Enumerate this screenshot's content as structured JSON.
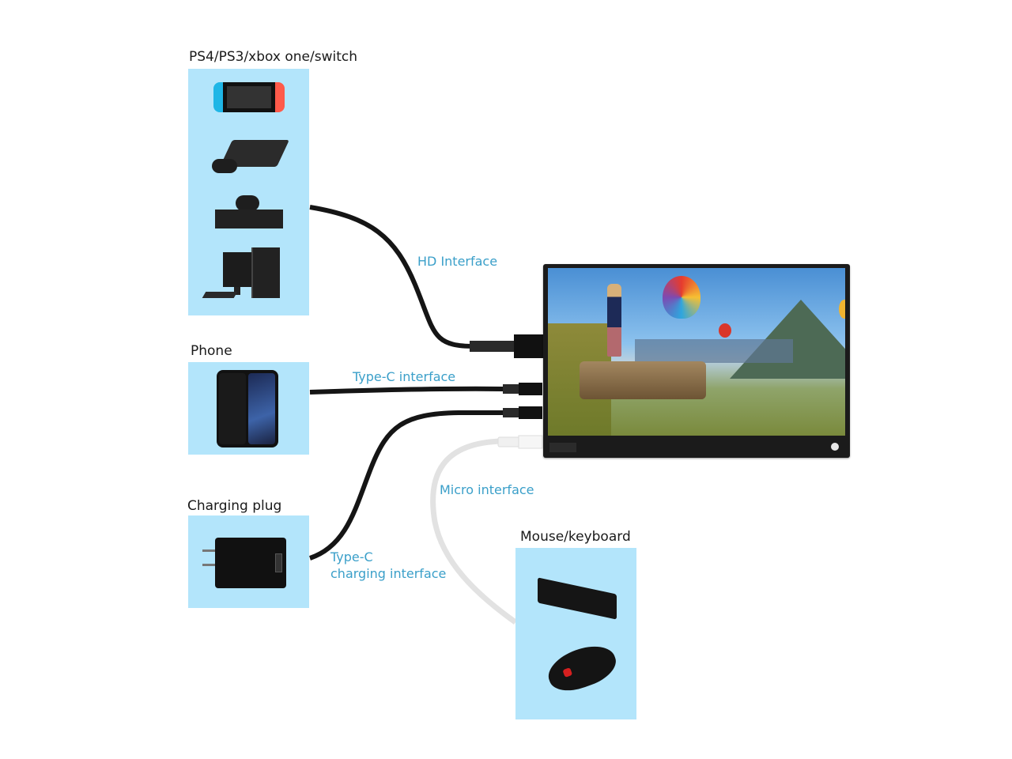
{
  "groups": {
    "consoles": {
      "label": "PS4/PS3/xbox one/switch",
      "devices": [
        "nintendo-switch",
        "ps3-console",
        "xbox-one-console",
        "desktop-pc"
      ]
    },
    "phone": {
      "label": "Phone",
      "devices": [
        "smartphone"
      ]
    },
    "charger": {
      "label": "Charging plug",
      "devices": [
        "usb-wall-charger"
      ]
    },
    "input": {
      "label": "Mouse/keyboard",
      "devices": [
        "keyboard",
        "mouse"
      ]
    }
  },
  "ports": {
    "hd": "HD Interface",
    "typec": "Type-C interface",
    "charging_line1": "Type-C",
    "charging_line2": "charging interface",
    "micro": "Micro interface"
  },
  "colors": {
    "panel_bg": "#b3e5fb",
    "port_label": "#3a9fc9",
    "cable_black": "#151515",
    "cable_white": "#e2e2e2"
  }
}
